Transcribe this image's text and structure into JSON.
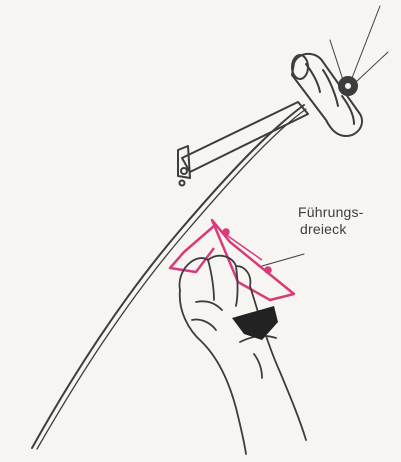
{
  "label": {
    "line1": "Führungs-",
    "line2": "dreieck"
  },
  "colors": {
    "ink": "#3d3d3d",
    "accent": "#d83b7a",
    "paper": "#f7f5f2"
  },
  "icons": {
    "tool": "rod-with-handle-illustration",
    "hand": "hand-illustration",
    "triangle": "guide-triangle-illustration"
  }
}
